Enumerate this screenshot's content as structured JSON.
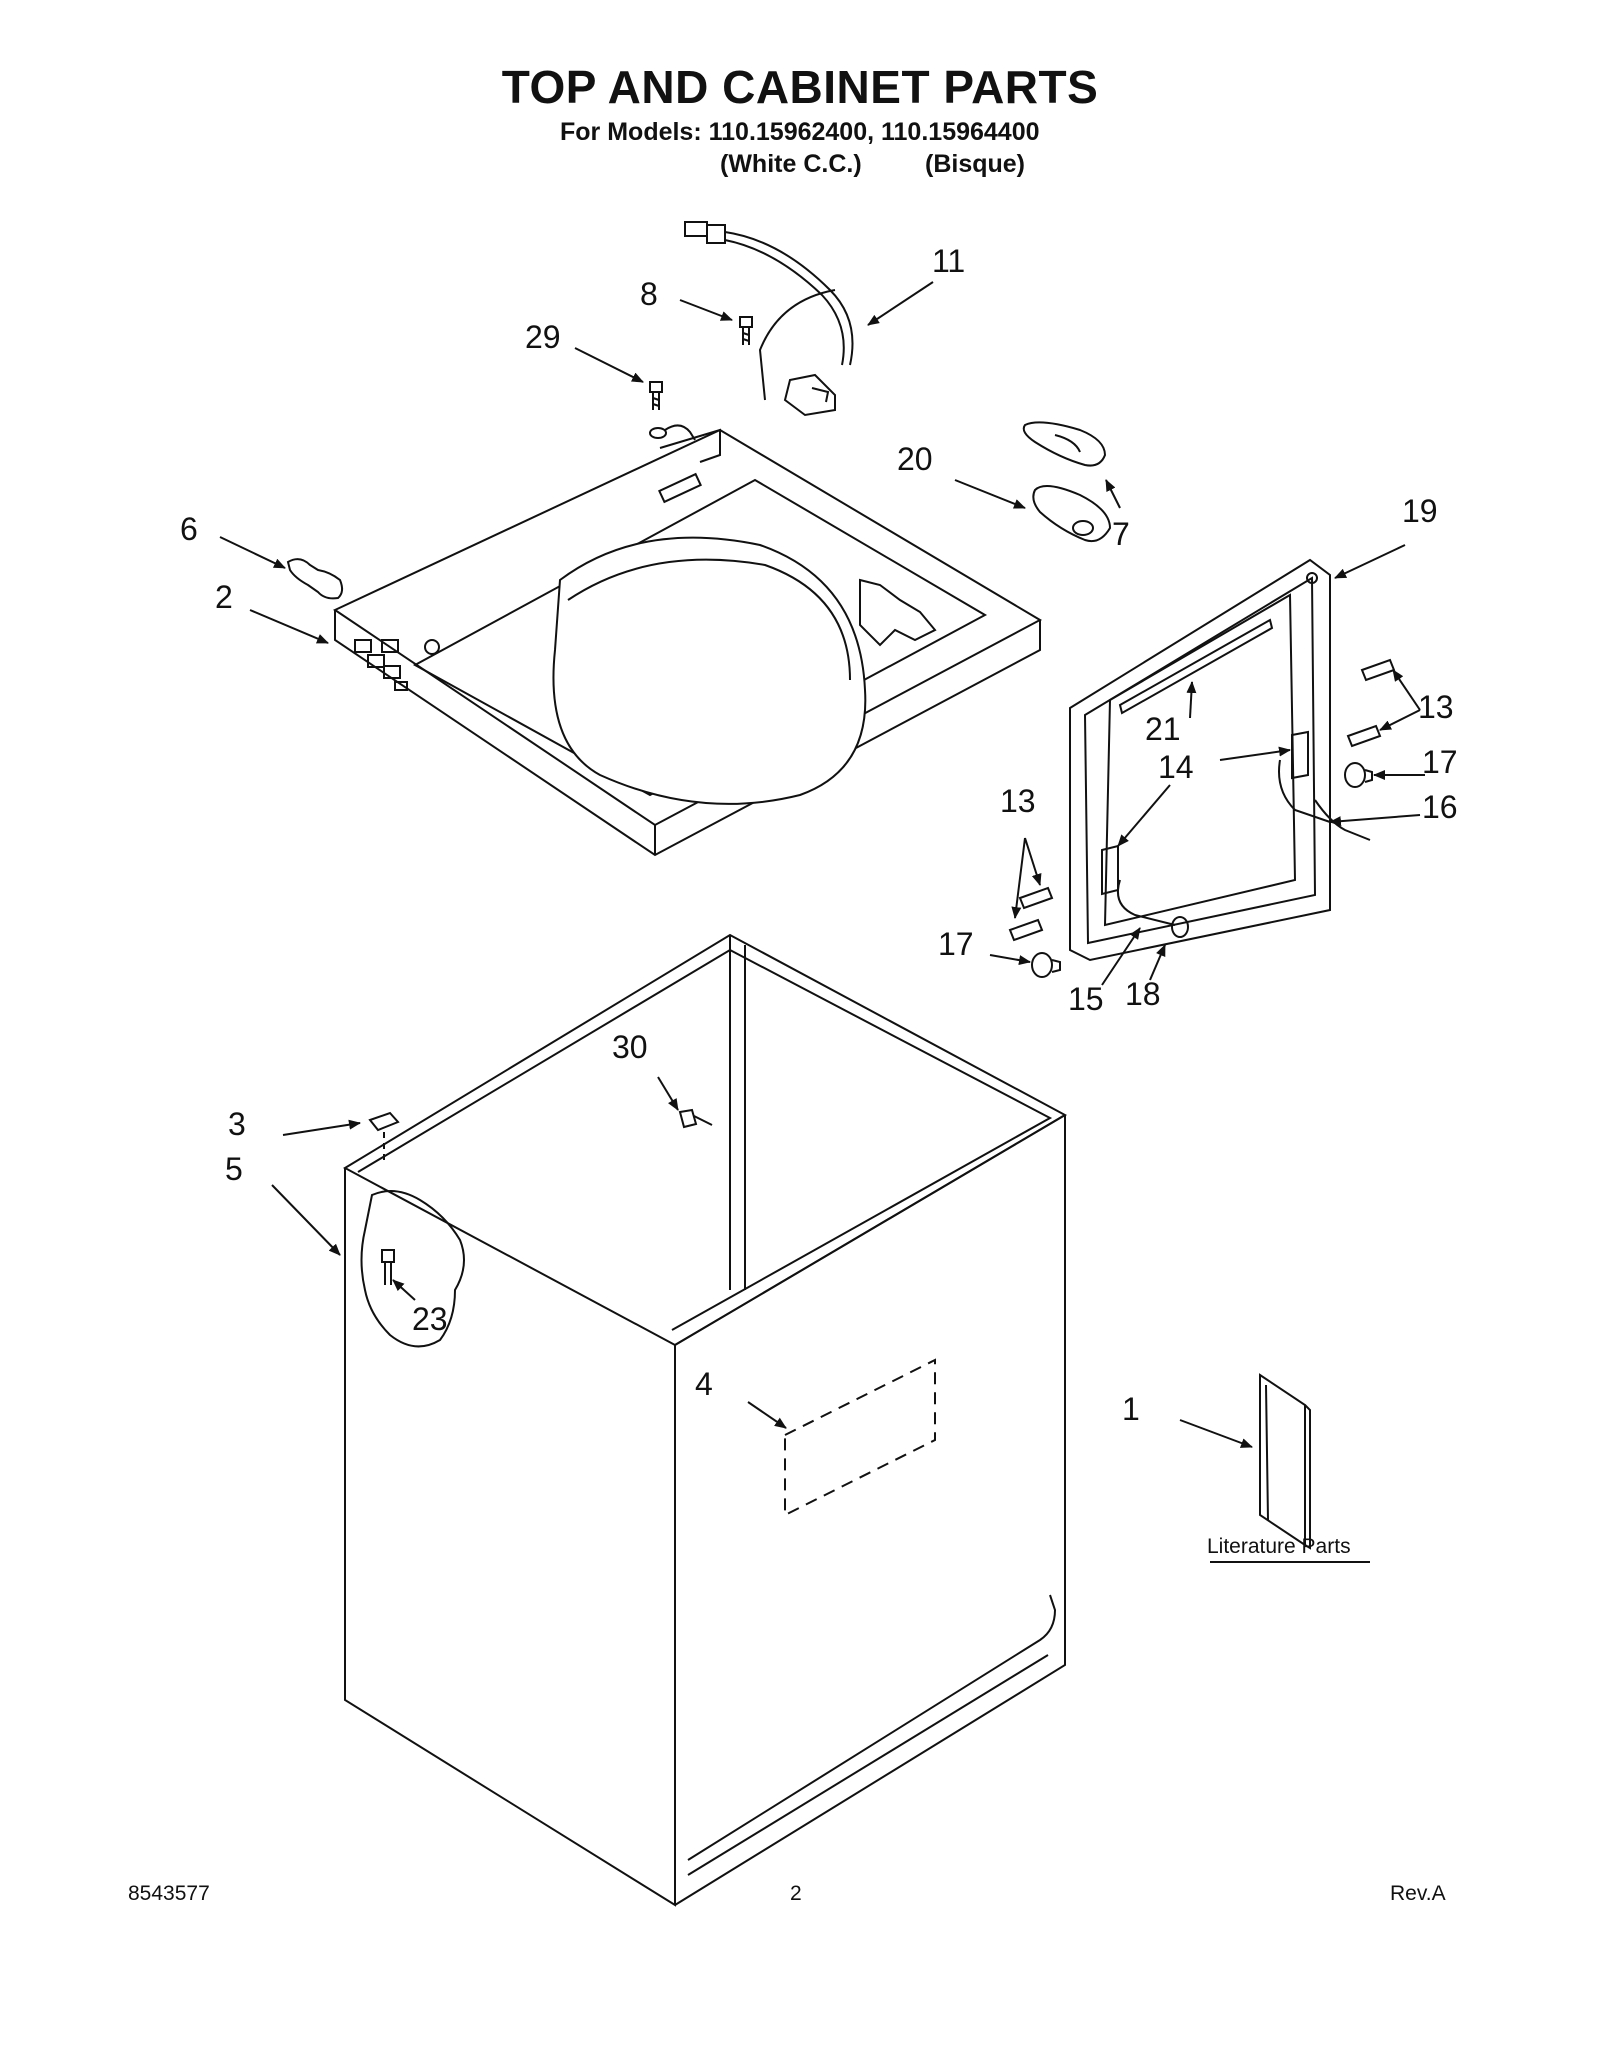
{
  "header": {
    "title": "TOP AND CABINET PARTS",
    "models_line": "For Models: 110.15962400, 110.15964400",
    "variant_1": "(White C.C.)",
    "variant_2": "(Bisque)"
  },
  "callouts": {
    "c1": "1",
    "c2": "2",
    "c3": "3",
    "c4": "4",
    "c5": "5",
    "c6": "6",
    "c7": "7",
    "c8": "8",
    "c11": "11",
    "c13a": "13",
    "c13b": "13",
    "c14": "14",
    "c15": "15",
    "c16": "16",
    "c17a": "17",
    "c17b": "17",
    "c18": "18",
    "c19": "19",
    "c20": "20",
    "c21": "21",
    "c23": "23",
    "c29": "29",
    "c30": "30"
  },
  "literature_label": "Literature Parts",
  "footer": {
    "doc_number": "8543577",
    "page": "2",
    "revision": "Rev.A"
  }
}
